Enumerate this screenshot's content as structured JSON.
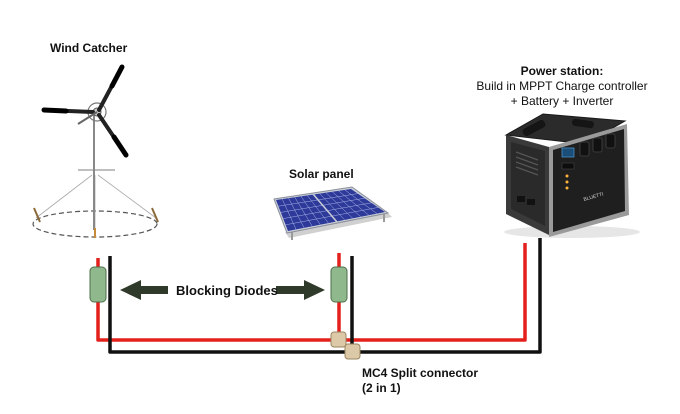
{
  "labels": {
    "wind": "Wind Catcher",
    "solar": "Solar panel",
    "power_title": "Power station:",
    "power_line1": "Build in MPPT Charge controller",
    "power_line2": "+ Battery + Inverter",
    "diodes": "Blocking Diodes",
    "connector_line1": "MC4 Split connector",
    "connector_line2": "(2 in 1)"
  },
  "device": {
    "brand": "BLUETTI"
  },
  "colors": {
    "positive_wire": "#e3201b",
    "negative_wire": "#111111",
    "diode": "#8fb98c",
    "connector": "#dcc9a8",
    "arrow": "#2f3a2a",
    "solar_cell": "#2d3a9a"
  }
}
